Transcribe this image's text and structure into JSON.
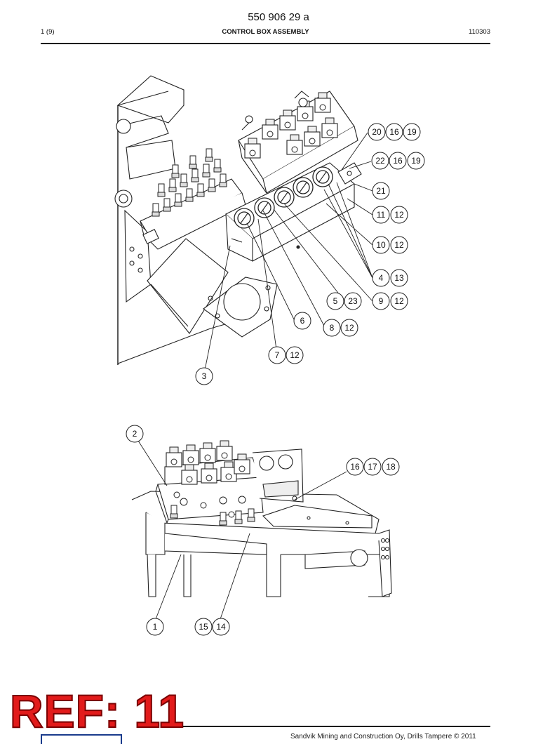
{
  "header": {
    "doc_number": "550 906 29 a",
    "page": "1 (9)",
    "title": "CONTROL BOX ASSEMBLY",
    "date": "110303"
  },
  "callouts": {
    "c1": "1",
    "c2": "2",
    "c3": "3",
    "c4": "4",
    "c5": "5",
    "c6": "6",
    "c7": "7",
    "c8": "8",
    "c9": "9",
    "c10": "10",
    "c11": "11",
    "c12": "12",
    "c13": "13",
    "c14": "14",
    "c15": "15",
    "c16": "16",
    "c17": "17",
    "c18": "18",
    "c19": "19",
    "c20": "20",
    "c21": "21",
    "c22": "22",
    "c23": "23"
  },
  "stamp": {
    "text": "REF: 11",
    "color": "#e21b1b"
  },
  "footer": {
    "copyright": "Sandvik Mining and Construction Oy, Drills Tampere © 2011"
  }
}
